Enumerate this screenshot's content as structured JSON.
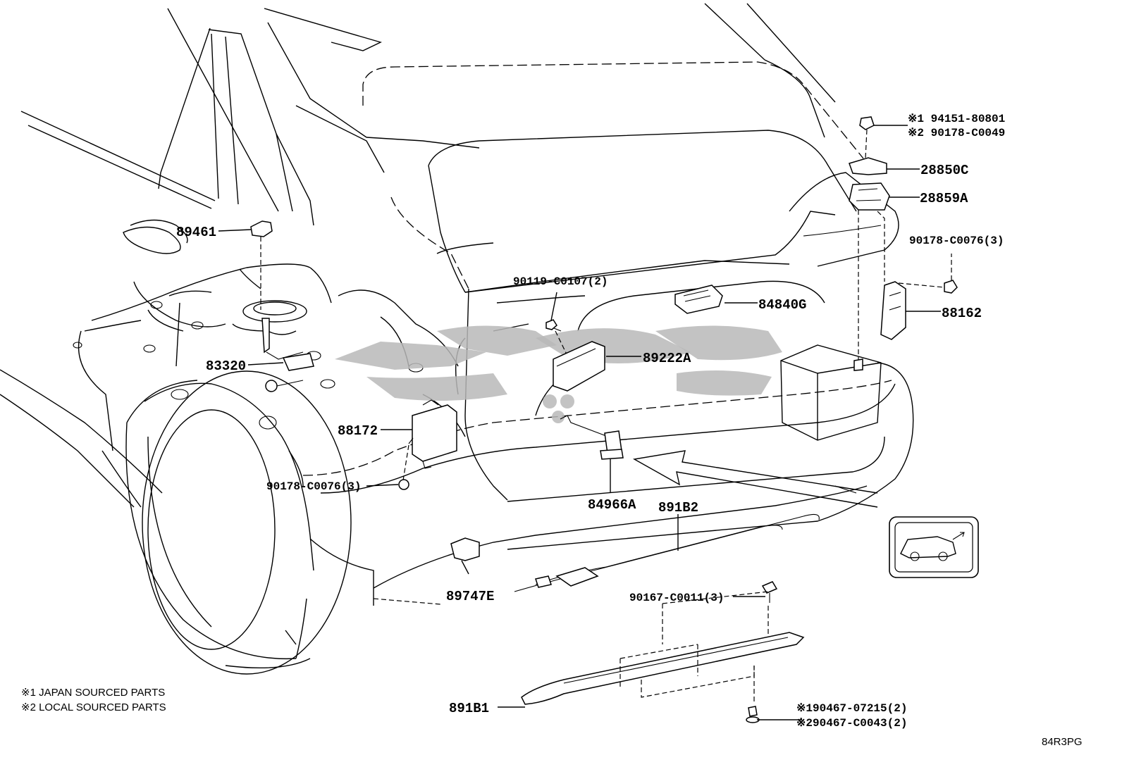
{
  "parts": {
    "p89461": "89461",
    "p83320": "83320",
    "p88172": "88172",
    "p90178_c0076_left": "90178-C0076(3)",
    "p90119_c0107": "90119-C0107(2)",
    "p84840g": "84840G",
    "p89222a": "89222A",
    "p84966a": "84966A",
    "p891b2": "891B2",
    "p89747e": "89747E",
    "p90167_c0011": "90167-C0011(3)",
    "p891b1": "891B1",
    "p94151_80801": "※1 94151-80801",
    "p90178_c0049": "※2 90178-C0049",
    "p28850c": "28850C",
    "p28859a": "28859A",
    "p90178_c0076_right": "90178-C0076(3)",
    "p88162": "88162",
    "p90467_07215": "※190467-07215(2)",
    "p90467_c0043": "※290467-C0043(2)"
  },
  "notes": {
    "japan": "※1 JAPAN SOURCED PARTS",
    "local": "※2 LOCAL SOURCED PARTS"
  },
  "figure_code": "84R3PG",
  "icons": {
    "view_icon": "suv-rear-view-icon",
    "watermark": "brand-watermark"
  }
}
